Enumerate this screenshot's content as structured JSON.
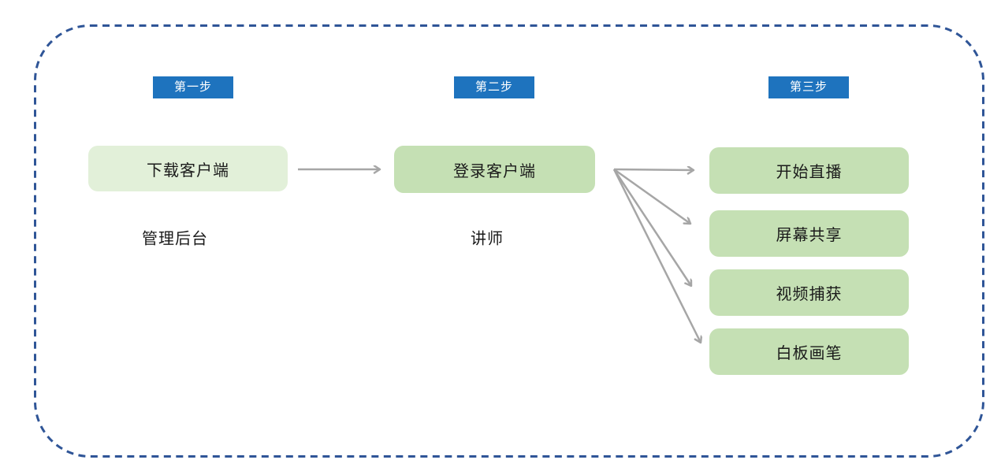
{
  "colors": {
    "border": "#2F5597",
    "badge_bg": "#1E73BE",
    "badge_text": "#FFFFFF",
    "box_light": "#E2F0D9",
    "box_green": "#C5E0B4",
    "arrow": "#A6A6A6",
    "text": "#1A1A1A"
  },
  "steps": [
    {
      "badge": "第一步",
      "label": "管理后台",
      "boxes": [
        "下载客户端"
      ]
    },
    {
      "badge": "第二步",
      "label": "讲师",
      "boxes": [
        "登录客户端"
      ]
    },
    {
      "badge": "第三步",
      "boxes": [
        "开始直播",
        "屏幕共享",
        "视频捕获",
        "白板画笔"
      ]
    }
  ]
}
